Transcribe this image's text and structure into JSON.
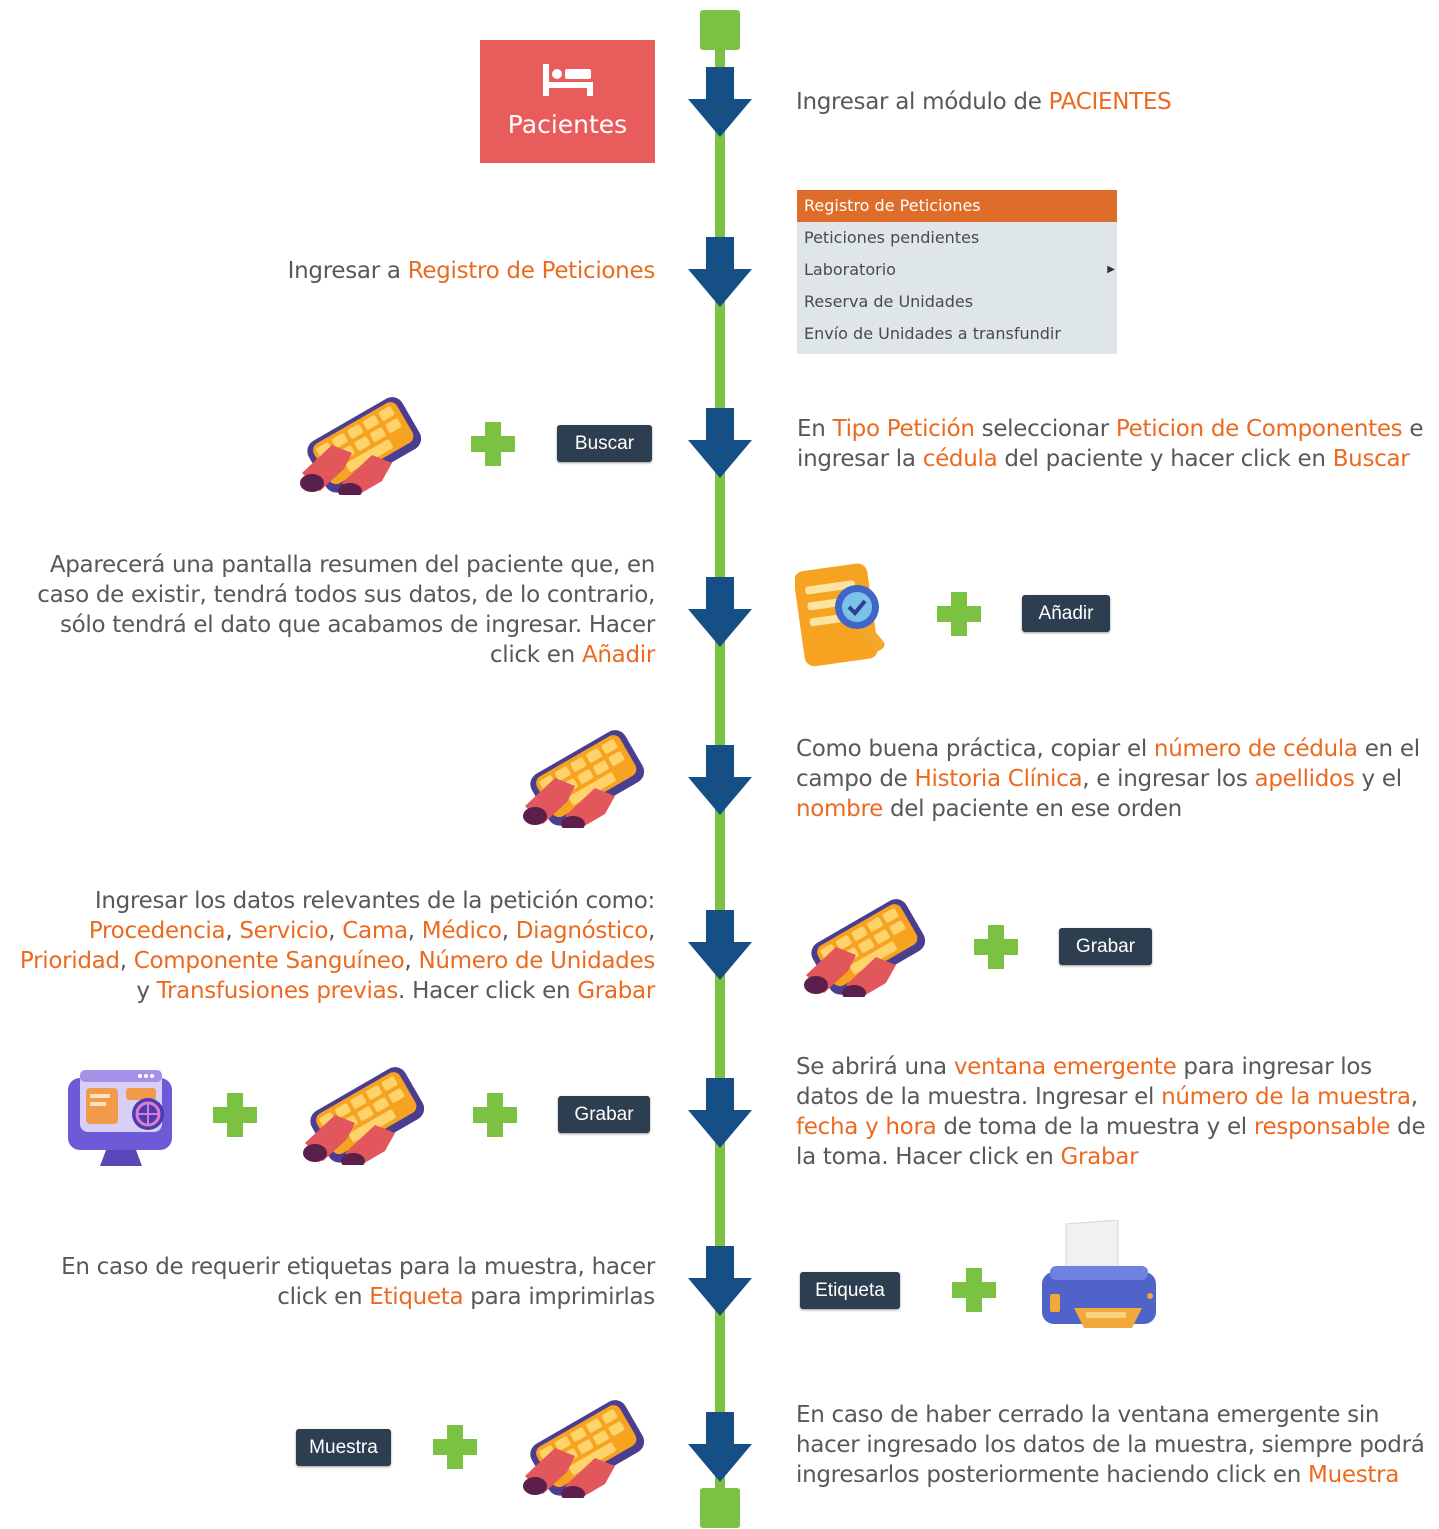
{
  "colors": {
    "flow_line": "#7cc242",
    "arrow": "#164f86",
    "highlight": "#ec6a1f",
    "button": "#2c3e50",
    "pacientes_tile": "#e85c5c",
    "menu_selected": "#de6c2a"
  },
  "pacientes_tile": {
    "icon": "bed-icon",
    "label": "Pacientes"
  },
  "menu": {
    "items": [
      {
        "label": "Registro de Peticiones"
      },
      {
        "label": "Peticiones pendientes"
      },
      {
        "label": "Laboratorio"
      },
      {
        "label": "Reserva de Unidades"
      },
      {
        "label": "Envío de Unidades a transfundir"
      }
    ]
  },
  "steps": [
    {
      "parts": [
        [
          "Ingresar al módulo de ",
          0
        ],
        [
          "PACIENTES",
          1
        ]
      ]
    },
    {
      "parts": [
        [
          "Ingresar a ",
          0
        ],
        [
          "Registro de Peticiones",
          1
        ]
      ]
    },
    {
      "parts": [
        [
          "En ",
          0
        ],
        [
          "Tipo Petición",
          1
        ],
        [
          " seleccionar ",
          0
        ],
        [
          "Peticion de Componentes",
          1
        ],
        [
          " e ingresar la ",
          0
        ],
        [
          "cédula",
          1
        ],
        [
          " del paciente y hacer click en ",
          0
        ],
        [
          "Buscar",
          1
        ]
      ]
    },
    {
      "parts": [
        [
          "Aparecerá una pantalla resumen del paciente que, en caso de existir, tendrá todos sus datos, de lo contrario, sólo tendrá el dato que acabamos de ingresar. Hacer click en ",
          0
        ],
        [
          "Añadir",
          1
        ]
      ]
    },
    {
      "parts": [
        [
          "Como buena práctica, copiar el ",
          0
        ],
        [
          "número de cédula",
          1
        ],
        [
          " en el campo de ",
          0
        ],
        [
          "Historia Clínica",
          1
        ],
        [
          ", e ingresar los ",
          0
        ],
        [
          "apellidos",
          1
        ],
        [
          " y el ",
          0
        ],
        [
          "nombre",
          1
        ],
        [
          " del paciente en ese orden",
          0
        ]
      ]
    },
    {
      "parts": [
        [
          "Ingresar los datos relevantes de la petición como: ",
          0
        ],
        [
          "Procedencia",
          1
        ],
        [
          ", ",
          0
        ],
        [
          "Servicio",
          1
        ],
        [
          ", ",
          0
        ],
        [
          "Cama",
          1
        ],
        [
          ", ",
          0
        ],
        [
          "Médico",
          1
        ],
        [
          ", ",
          0
        ],
        [
          "Diagnóstico",
          1
        ],
        [
          ", ",
          0
        ],
        [
          "Prioridad",
          1
        ],
        [
          ", ",
          0
        ],
        [
          "Componente Sanguíneo",
          1
        ],
        [
          ", ",
          0
        ],
        [
          "Número de Unidades",
          1
        ],
        [
          " y ",
          0
        ],
        [
          "Transfusiones previas",
          1
        ],
        [
          ". Hacer click en ",
          0
        ],
        [
          "Grabar",
          1
        ]
      ]
    },
    {
      "parts": [
        [
          "Se abrirá una ",
          0
        ],
        [
          "ventana emergente",
          1
        ],
        [
          " para ingresar los datos de la muestra. Ingresar el ",
          0
        ],
        [
          "número de la muestra",
          1
        ],
        [
          ", ",
          0
        ],
        [
          "fecha y hora",
          1
        ],
        [
          " de toma de la muestra y el ",
          0
        ],
        [
          "responsable",
          1
        ],
        [
          " de la toma. Hacer click en ",
          0
        ],
        [
          "Grabar",
          1
        ]
      ]
    },
    {
      "parts": [
        [
          "En caso de requerir etiquetas para la muestra, hacer click en ",
          0
        ],
        [
          "Etiqueta",
          1
        ],
        [
          " para imprimirlas",
          0
        ]
      ]
    },
    {
      "parts": [
        [
          "En caso de haber cerrado la ventana emergente sin hacer ingresado los datos de la muestra, siempre podrá ingresarlos posteriormente haciendo click en ",
          0
        ],
        [
          "Muestra",
          1
        ]
      ]
    }
  ],
  "buttons": {
    "buscar": "Buscar",
    "anadir": "Añadir",
    "grabar1": "Grabar",
    "grabar2": "Grabar",
    "etiqueta": "Etiqueta",
    "muestra": "Muestra"
  },
  "icons": [
    "keyboard-hands-icon",
    "document-search-icon",
    "web-monitor-icon",
    "printer-icon",
    "plus-icon",
    "down-arrow-icon"
  ]
}
